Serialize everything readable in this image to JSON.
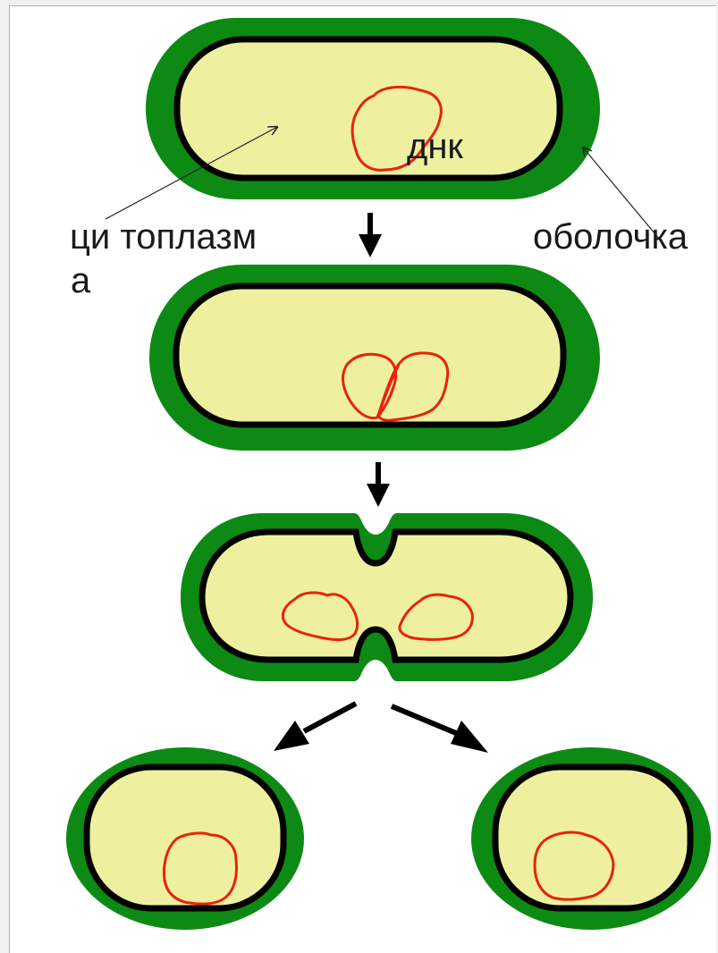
{
  "labels": {
    "dna": "днк",
    "cytoplasm_line1": "ци топлазм",
    "cytoplasm_line2": "а",
    "membrane": "оболочка"
  },
  "colors": {
    "wall": "#0d8a13",
    "membrane_outline": "#000000",
    "cytoplasm": "#eef0a0",
    "dna": "#e8240a",
    "background": "#ffffff"
  },
  "stages": [
    "cell-before-division",
    "dna-replicated",
    "constriction",
    "two-daughter-cells"
  ]
}
